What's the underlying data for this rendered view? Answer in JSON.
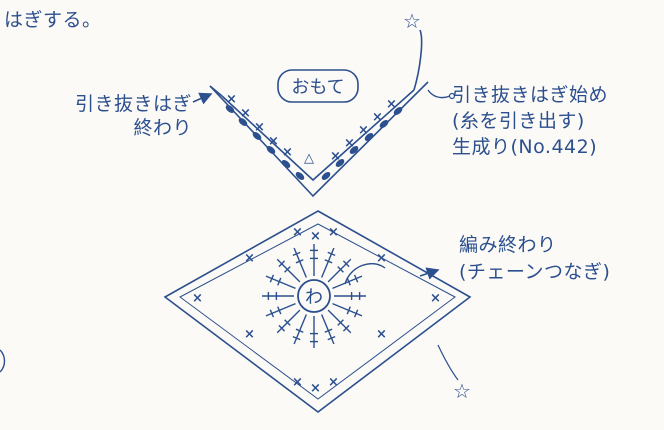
{
  "intro_text": "はぎする。",
  "right_side_label": "おもて",
  "join_end": "引き抜きはぎ\n終わり",
  "join_start": "引き抜きはぎ始め\n(糸を引き出す)\n生成り(No.442)",
  "finish_label": "編み終わり\n(チェーンつなぎ)",
  "center_ring_label": "わ",
  "star_mark": "☆",
  "colors": {
    "line": "#2c4f8e",
    "background": "#fbfaf6"
  }
}
